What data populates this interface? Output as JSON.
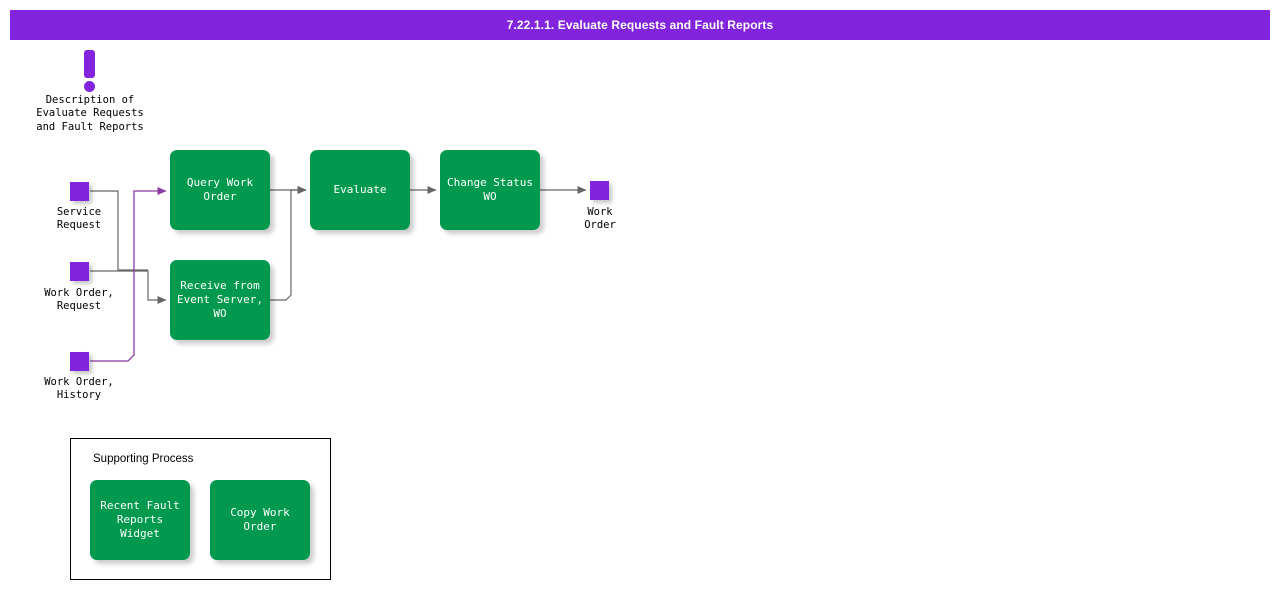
{
  "header": {
    "title": "7.22.1.1. Evaluate Requests and Fault Reports",
    "background_color": "#8223dd",
    "text_color": "#ffffff"
  },
  "colors": {
    "process_green": "#00994d",
    "node_purple": "#8223dd",
    "connector_gray": "#666666",
    "connector_purple": "#8b3a9e",
    "frame_black": "#000000",
    "canvas_white": "#ffffff"
  },
  "note": {
    "icon": "exclamation-icon",
    "label": "Description of\nEvaluate Requests\nand Fault Reports"
  },
  "input_nodes": [
    {
      "id": "service-request",
      "label": "Service\nRequest"
    },
    {
      "id": "work-order-request",
      "label": "Work Order,\nRequest"
    },
    {
      "id": "work-order-history",
      "label": "Work Order,\nHistory"
    }
  ],
  "output_nodes": [
    {
      "id": "work-order",
      "label": "Work\nOrder"
    }
  ],
  "process_boxes": [
    {
      "id": "query-work-order",
      "label": "Query Work\nOrder"
    },
    {
      "id": "receive-from-event-server-wo",
      "label": "Receive from\nEvent Server,\nWO"
    },
    {
      "id": "evaluate",
      "label": "Evaluate"
    },
    {
      "id": "change-status-wo",
      "label": "Change Status\nWO"
    }
  ],
  "supporting_process": {
    "title": "Supporting Process",
    "boxes": [
      {
        "id": "recent-fault-reports-widget",
        "label": "Recent Fault\nReports Widget"
      },
      {
        "id": "copy-work-order",
        "label": "Copy Work\nOrder"
      }
    ]
  }
}
